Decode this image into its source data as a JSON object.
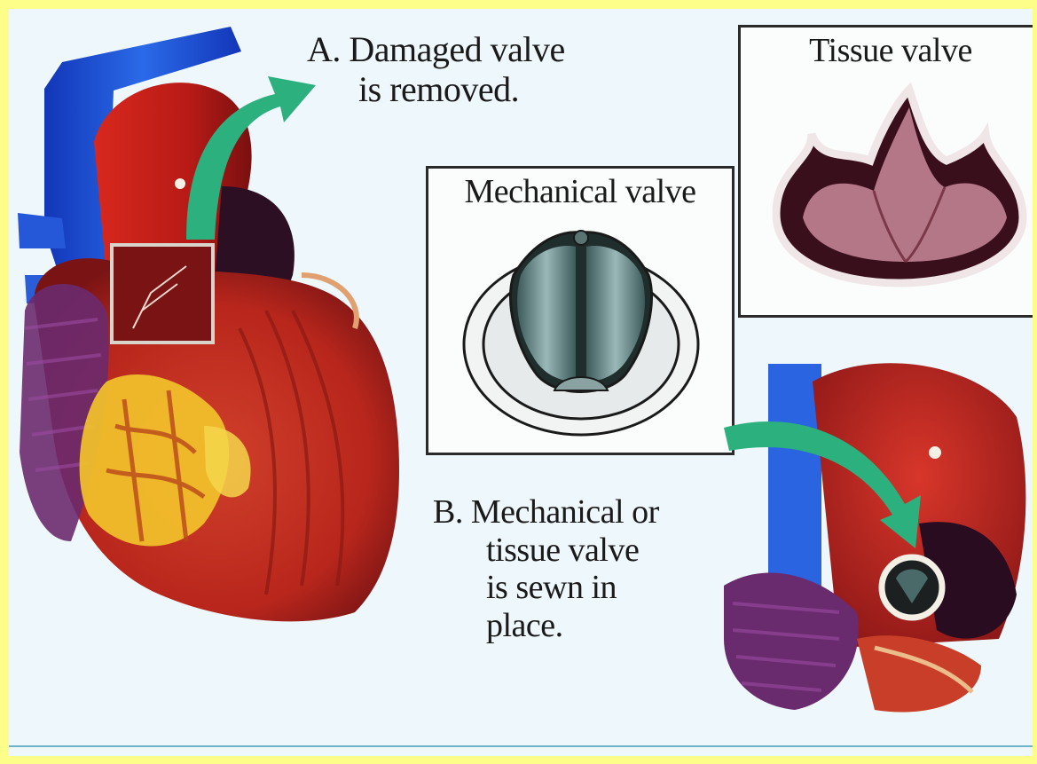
{
  "step_a": {
    "letter": "A.",
    "line1": "Damaged valve",
    "line2": "is removed."
  },
  "step_b": {
    "letter": "B.",
    "line1": "Mechanical or",
    "line2": "tissue valve",
    "line3": "is sewn in",
    "line4": "place."
  },
  "mechanical_panel": {
    "title": "Mechanical valve"
  },
  "tissue_panel": {
    "title": "Tissue valve"
  },
  "colors": {
    "background": "#fdfd8a",
    "arrow": "#2bb07e",
    "vein": "#1f56d6",
    "heart_red": "#c4241b",
    "fat_yellow": "#f2c22a",
    "muscle_purple": "#6a2a6e"
  }
}
